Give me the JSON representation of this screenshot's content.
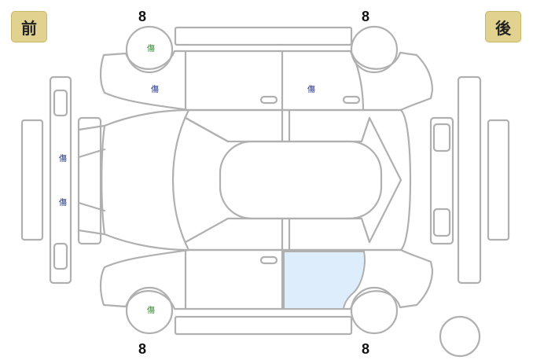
{
  "labels": {
    "front": "前",
    "rear": "後"
  },
  "tire_treads": {
    "front_left": "8",
    "rear_left": "8",
    "front_right": "8",
    "rear_right": "8"
  },
  "damage": {
    "front_left_wheel": "傷",
    "front_left_door": "傷",
    "rear_left_door": "傷",
    "front_bumper_upper": "傷",
    "front_bumper_lower": "傷",
    "front_right_wheel": "傷"
  },
  "colors": {
    "outline": "#b0b0b0",
    "badge_fill": "#e1d28f",
    "highlight_panel": "#deedfb",
    "mark_green": "#2d8c2d",
    "mark_blue": "#1f2f8a"
  },
  "highlighted_panel": "rear-right-door"
}
